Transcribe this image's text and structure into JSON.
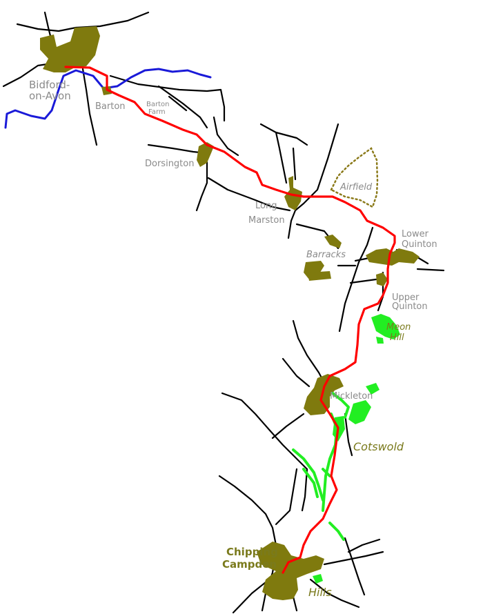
{
  "labels": {
    "bidford_line1": "Bidford-",
    "bidford_line2": "on-Avon",
    "barton": "Barton",
    "barton_farm_line1": "Barton",
    "barton_farm_line2": "Farm",
    "dorsington": "Dorsington",
    "airfield": "Airfield",
    "long_marston_line1": "Long",
    "long_marston_line2": "Marston",
    "lower_quinton_line1": "Lower",
    "lower_quinton_line2": "Quinton",
    "barracks": "Barracks",
    "upper_quinton_line1": "Upper",
    "upper_quinton_line2": "Quinton",
    "meon_hill_line1": "Meon",
    "meon_hill_line2": "Hill",
    "mickleton": "Mickleton",
    "cotswold": "Cotswold",
    "chipping_campden_line1": "Chipping",
    "chipping_campden_line2": "Campden",
    "hills": "Hills"
  },
  "colors": {
    "route": "#ff0000",
    "river": "#1a1ad8",
    "road": "#000000",
    "village": "#7f7a0e",
    "woodland": "#22ee22",
    "airfield_boundary": "#8b7a1a",
    "town_label": "#8a8a8a",
    "feature_label": "#7a7a1c"
  }
}
